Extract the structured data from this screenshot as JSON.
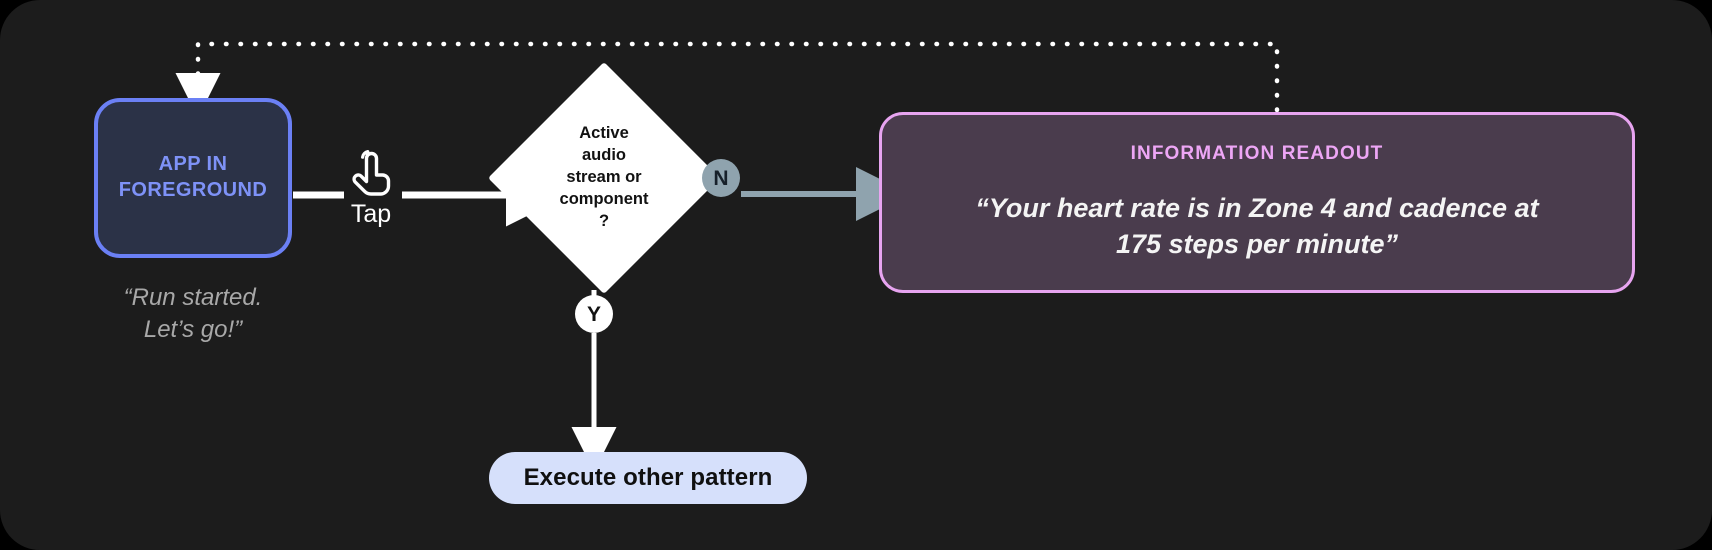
{
  "canvas": {
    "background": "#1c1c1c",
    "page_background": "#000000"
  },
  "nodes": {
    "app": {
      "label_line1": "APP IN",
      "label_line2": "FOREGROUND",
      "border_color": "#6b80f5",
      "fill_color": "#2b3247",
      "text_color": "#7e92f7"
    },
    "app_caption": {
      "line1": "“Run started.",
      "line2": "Let’s go!”",
      "color": "#a8a8a8"
    },
    "tap": {
      "label": "Tap",
      "icon": "tap-gesture-icon",
      "color": "#ffffff"
    },
    "decision": {
      "line1": "Active",
      "line2": "audio",
      "line3": "stream or",
      "line4": "component",
      "line5": "?",
      "fill_color": "#ffffff",
      "text_color": "#121212"
    },
    "branch_no": {
      "label": "N",
      "badge_color": "#8fa3ae",
      "text_color": "#17202a"
    },
    "branch_yes": {
      "label": "Y",
      "badge_color": "#ffffff",
      "text_color": "#121212"
    },
    "readout": {
      "title": "INFORMATION READOUT",
      "quote_line1": "“Your heart rate is in Zone 4 and cadence at",
      "quote_line2": "175 steps per minute”",
      "border_color": "#e7a4f0",
      "fill_color": "#4a3c4d",
      "title_color": "#eda6f5",
      "quote_color": "#f4f4f4"
    },
    "execute": {
      "label": "Execute other pattern",
      "fill_color": "#d6e0fb",
      "text_color": "#101010"
    }
  },
  "connectors": {
    "app_to_tap": {
      "style": "solid",
      "color": "#ffffff"
    },
    "tap_to_decision": {
      "style": "solid",
      "color": "#ffffff",
      "arrow": true
    },
    "decision_to_no": {
      "style": "solid",
      "color": "#8fa3ae",
      "arrow": true
    },
    "decision_to_yes": {
      "style": "solid",
      "color": "#ffffff",
      "arrow": true
    },
    "feedback_loop": {
      "style": "dotted",
      "color": "#ffffff",
      "arrow": true
    }
  }
}
